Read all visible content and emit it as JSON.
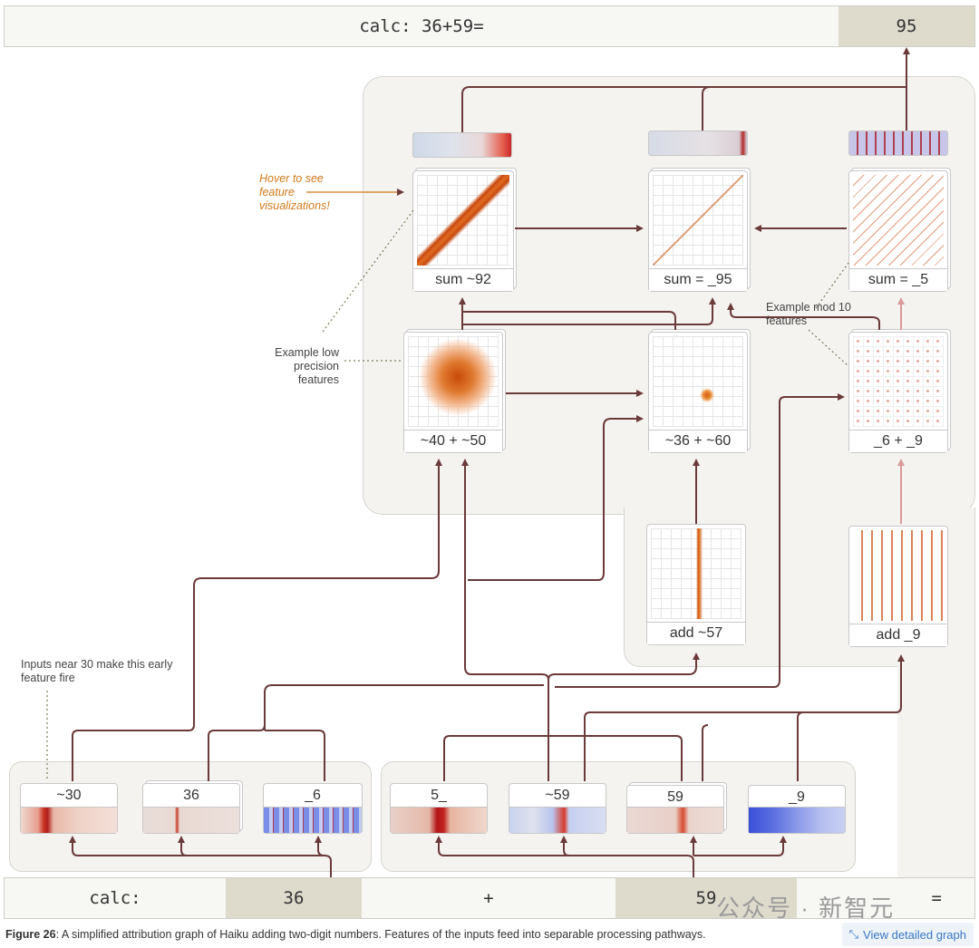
{
  "top_bar": {
    "prompt": "calc: 36+59=",
    "output": "95"
  },
  "bottom_bar": {
    "prompt": "calc:",
    "operand1": "36",
    "plus": "+",
    "operand2": "59",
    "equals": "="
  },
  "nodes": {
    "sum_92": "sum ~92",
    "sum_95": "sum = _95",
    "sum_5": "sum = _5",
    "lp_40_50": "~40 + ~50",
    "lp_36_60": "~36 + ~60",
    "mod_6_9": "_6 + _9",
    "add_57": "add ~57",
    "add_9": "add _9"
  },
  "inputs": {
    "in_30": "~30",
    "in_36": "36",
    "in_6": "_6",
    "in_5": "5_",
    "in_59a": "~59",
    "in_59b": "59",
    "in_9": "_9"
  },
  "notes": {
    "hover": "Hover to see feature visualizations!",
    "low_precision": "Example low precision features",
    "mod10": "Example mod 10 features",
    "early": "Inputs near 30 make this early feature fire"
  },
  "caption": {
    "label": "Figure 26",
    "text": ": A simplified attribution graph of Haiku adding two-digit numbers. Features of the inputs feed into separable processing pathways."
  },
  "link": "View detailed graph",
  "watermark": "公众号 · 新智元",
  "colors": {
    "edge": "#6b3a3a",
    "edge_light": "#d89a9a",
    "region": "#f4f3f0",
    "highlight": "#dedbcc",
    "accent": "#d27a1a"
  }
}
